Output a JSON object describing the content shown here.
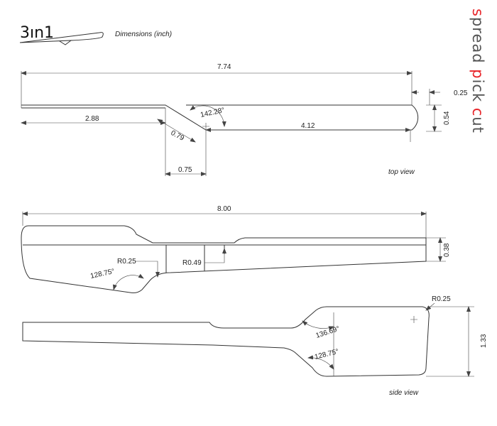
{
  "logo": {
    "text": "3ın1"
  },
  "caption": "Dimensions (inch)",
  "vertical_title": {
    "word1": "spread",
    "word2": "pick",
    "word3": "cut"
  },
  "colors": {
    "accent": "#e8262b",
    "dark": "#555555",
    "line": "#333333"
  },
  "top_view": {
    "label": "top view",
    "dims": {
      "overall": "7.74",
      "tip": "0.25",
      "left": "2.88",
      "diag": "0.79",
      "angle": "142.28°",
      "width": "0.54",
      "right": "4.12",
      "offset": "0.75"
    }
  },
  "middle_view": {
    "dims": {
      "overall": "8.00",
      "r1": "R0.25",
      "angle": "128.75°",
      "r2": "R0.49",
      "thick": "0.38"
    }
  },
  "side_view": {
    "label": "side view",
    "dims": {
      "r": "R0.25",
      "angle1": "136.69°",
      "angle2": "128.75°",
      "height": "1.33"
    }
  }
}
